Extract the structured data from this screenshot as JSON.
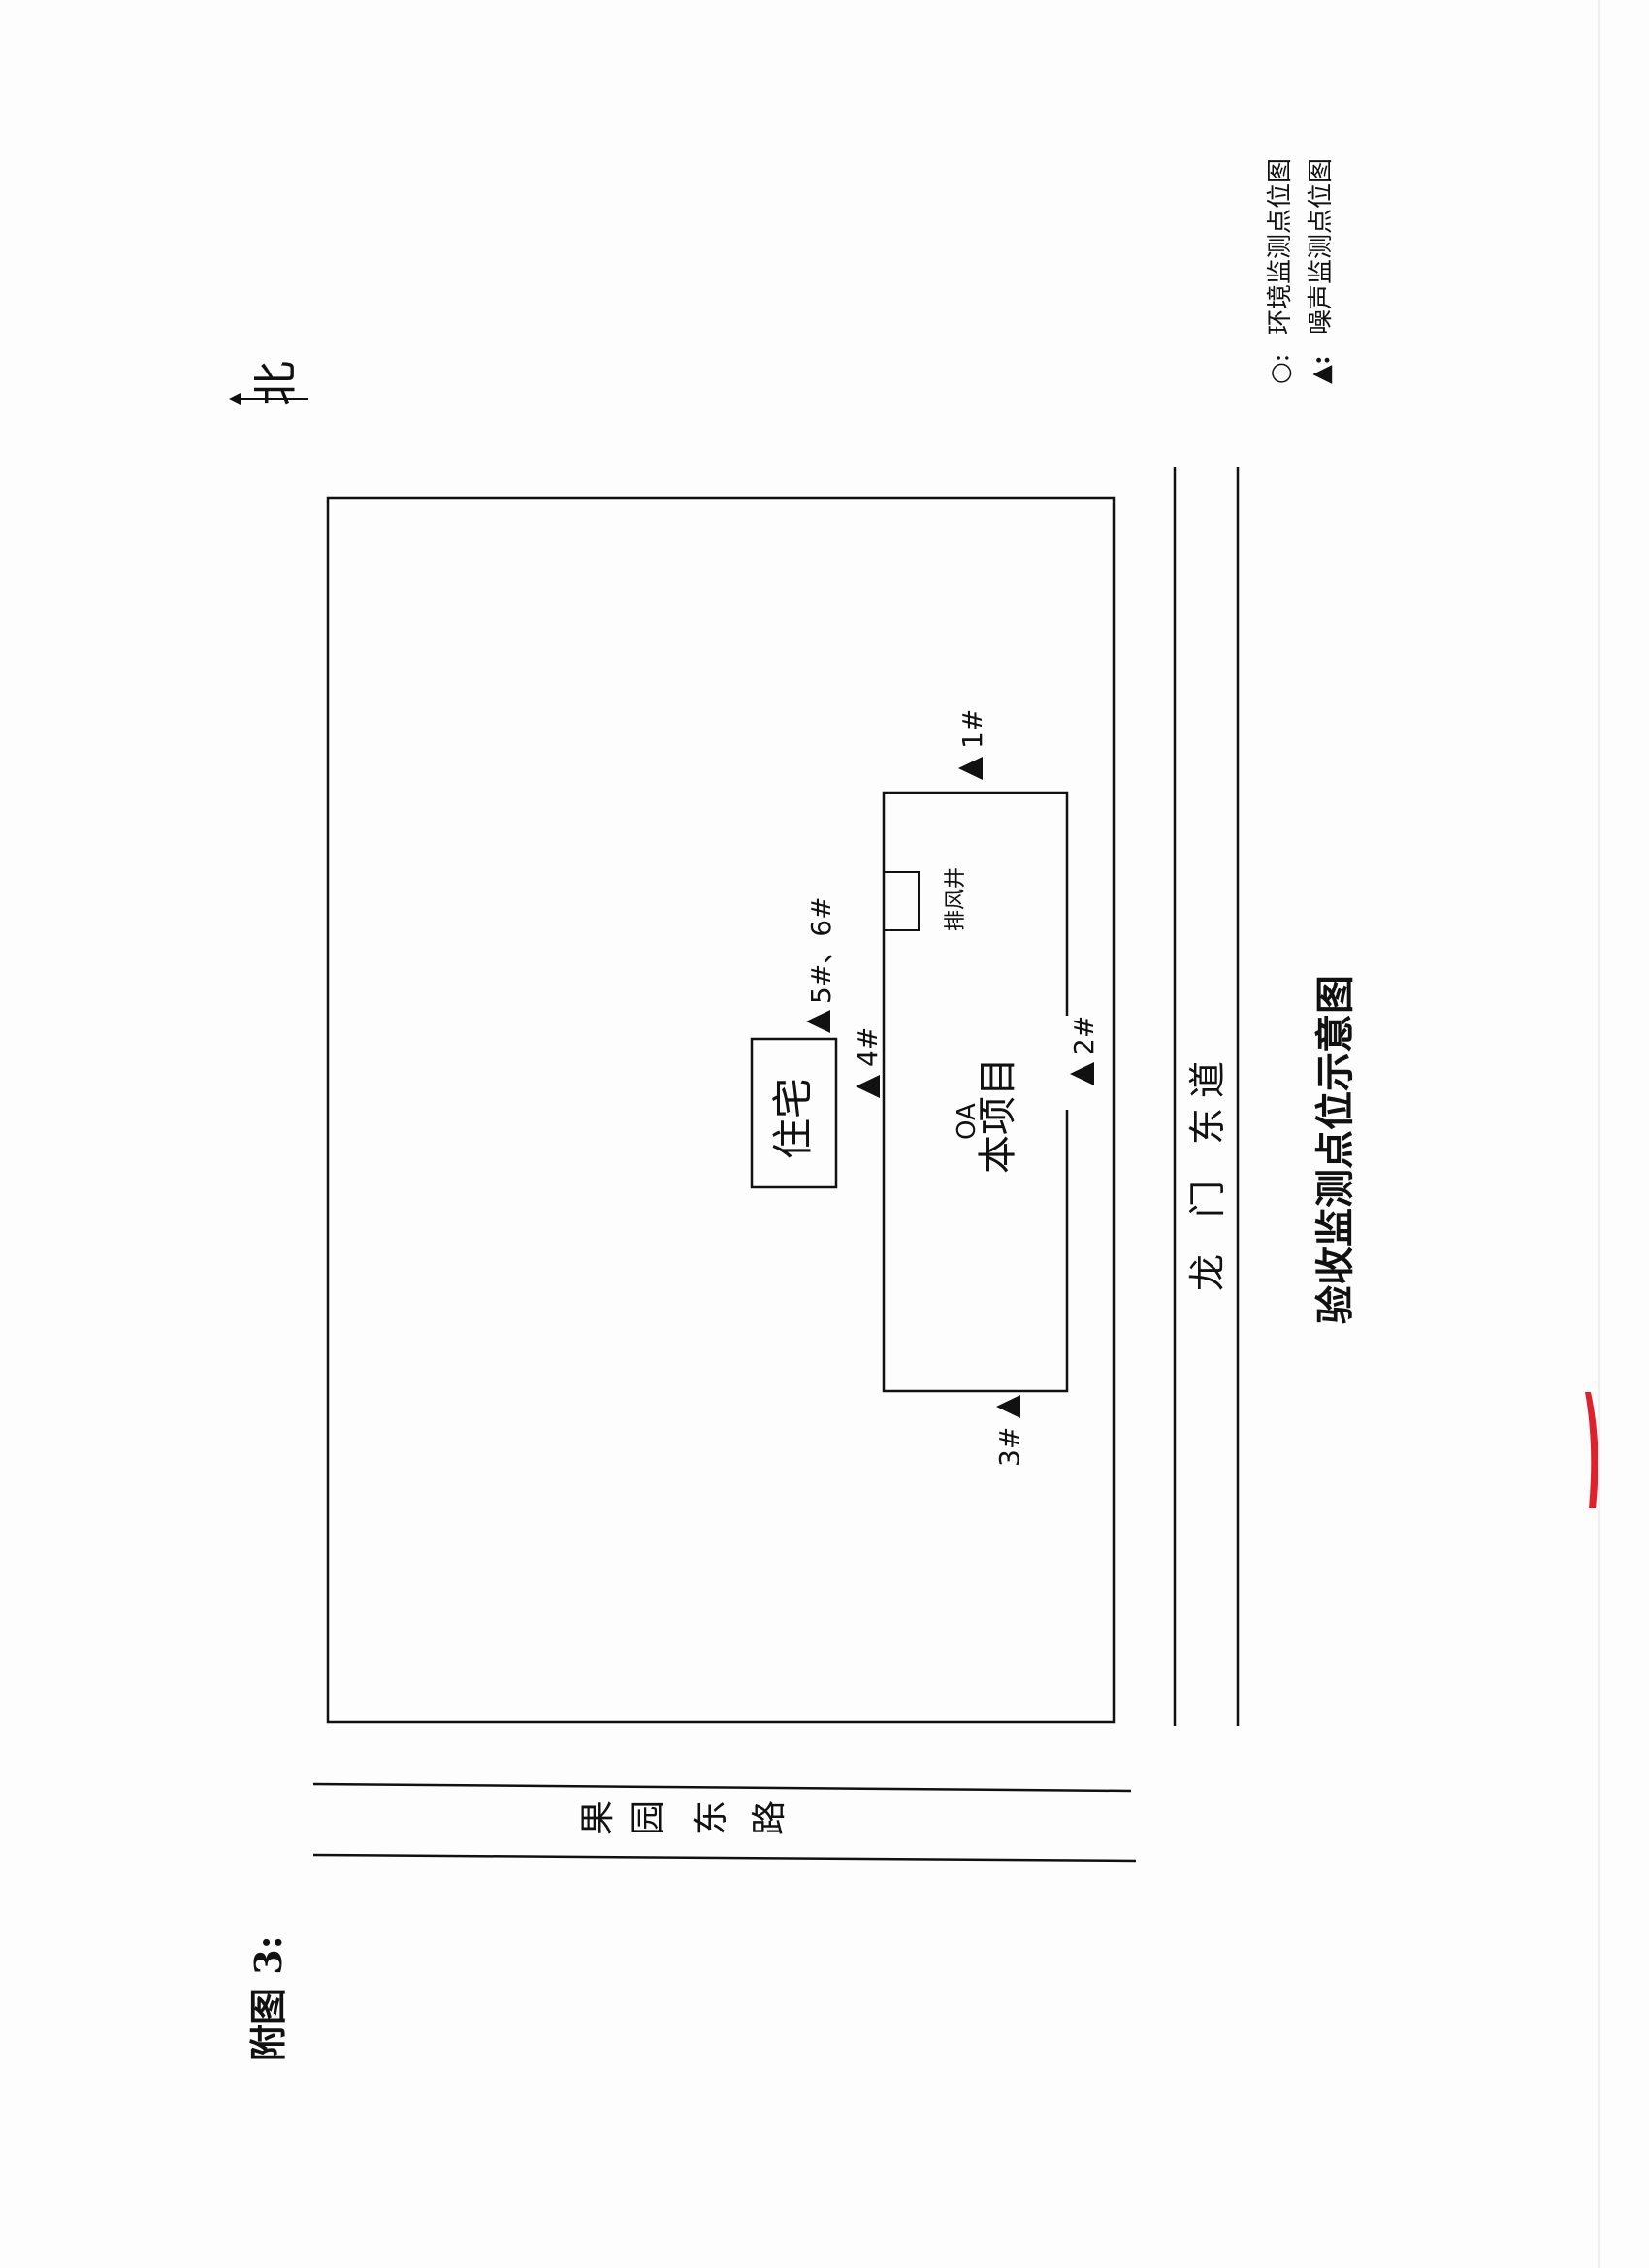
{
  "caption": "附图 3:",
  "north_label": "北",
  "title": "验收监测点位示意图",
  "legend": {
    "env_symbol": "○:",
    "env_label": "环境监测点位图",
    "noise_symbol": "▲:",
    "noise_label": "噪声监测点位图"
  },
  "roads": {
    "east_road": [
      "龙",
      "门",
      "东",
      "道"
    ],
    "south_road": [
      "果",
      "园",
      "东",
      "路"
    ]
  },
  "buildings": {
    "project": "本项目",
    "project_marker": "OA",
    "residence": "住宅",
    "exhaust": "排风井"
  },
  "points": {
    "p1": "1#",
    "p2": "2#",
    "p3": "3#",
    "p4": "4#",
    "p56": "5#、6#"
  },
  "colors": {
    "ink": "#111111",
    "stamp": "#e0202a"
  }
}
